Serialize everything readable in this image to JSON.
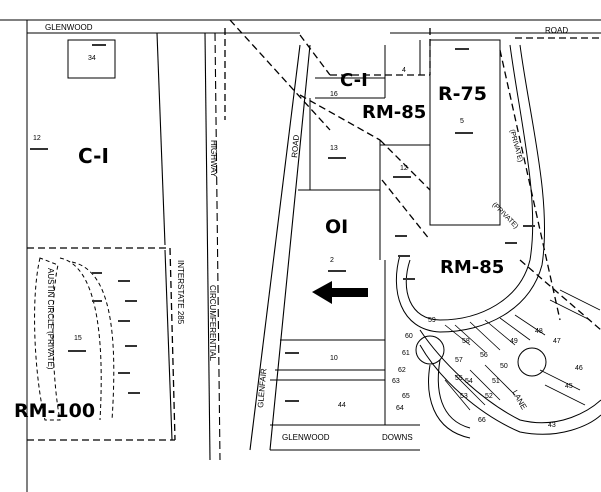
{
  "map": {
    "zones": [
      {
        "id": "c1-west",
        "label": "C-I"
      },
      {
        "id": "c1-east",
        "label": "C-I"
      },
      {
        "id": "rm85-north",
        "label": "RM-85"
      },
      {
        "id": "r75",
        "label": "R-75"
      },
      {
        "id": "oi",
        "label": "OI"
      },
      {
        "id": "rm85-south",
        "label": "RM-85"
      },
      {
        "id": "rm100",
        "label": "RM-100"
      }
    ],
    "roads": {
      "glenwood": "GLENWOOD",
      "road_ne": "ROAD",
      "road_vertical": "ROAD",
      "highway": "HIGHWAY",
      "interstate": "INTERSTATE 285",
      "circumferential": "CIRCUMFERENTIAL",
      "glenfair": "GLENFAIR",
      "glenwood_bottom": "GLENWOOD",
      "downs": "DOWNS",
      "austin_circle": "AUSTIN CIRCLE (PRIVATE)",
      "lane": "LANE",
      "private_east": "(PRIVATE)",
      "private_ne": "(PRIVATE)"
    },
    "lots": {
      "l34": "34",
      "l12w": "12",
      "l15": "15",
      "l16": "16",
      "l4": "4",
      "l5": "5",
      "l13": "13",
      "l12e": "12",
      "l2": "2",
      "l10": "10",
      "l44": "44",
      "l59": "59",
      "l60": "60",
      "l58": "58",
      "l57": "57",
      "l56": "56",
      "l55": "55",
      "l54": "54",
      "l53": "53",
      "l52": "52",
      "l51": "51",
      "l50": "50",
      "l49": "49",
      "l48": "48",
      "l47": "47",
      "l46": "46",
      "l45": "45",
      "l43": "43",
      "l62": "62",
      "l63": "63",
      "l61": "61",
      "l65": "65",
      "l64": "64",
      "l66": "66"
    }
  }
}
